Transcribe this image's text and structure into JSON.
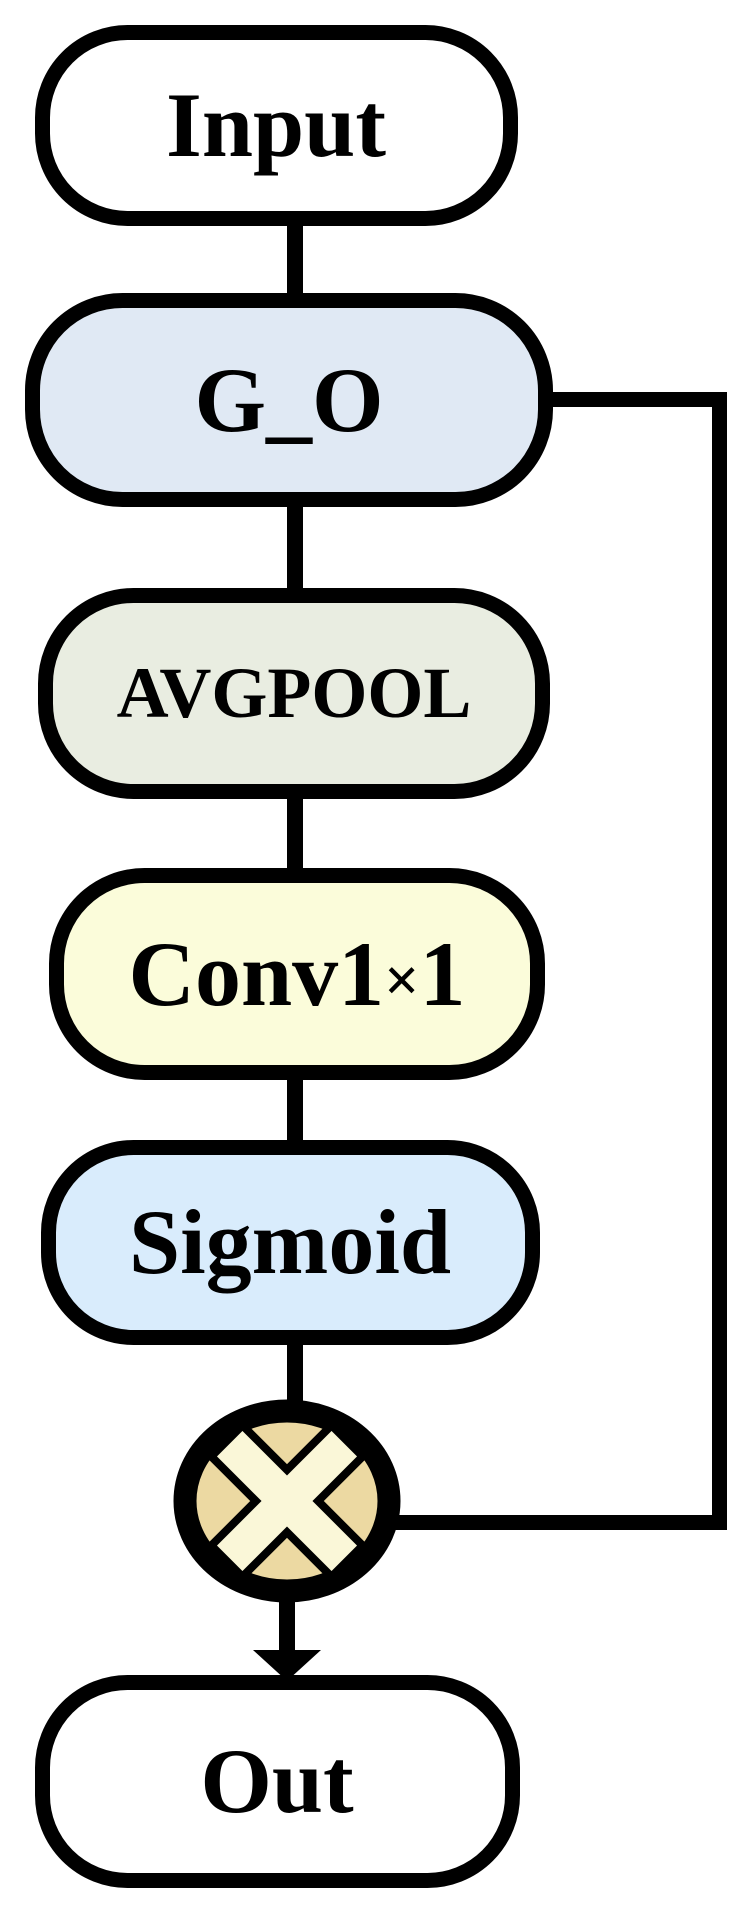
{
  "diagram": {
    "type": "flowchart",
    "background": "#ffffff",
    "stroke_color": "#000000",
    "nodes": {
      "input": {
        "label": "Input",
        "fill": "#ffffff",
        "shape": "rounded-rect"
      },
      "g_o": {
        "label": "G_O",
        "fill": "#e0e9f4",
        "shape": "rounded-rect"
      },
      "avgpool": {
        "label": "AVGPOOL",
        "fill": "#e9ede1",
        "shape": "rounded-rect"
      },
      "conv": {
        "label": "Conv1×1",
        "fill": "#fbfcda",
        "shape": "rounded-rect",
        "parts": {
          "p0": "Conv1",
          "p1": "×",
          "p2": "1"
        }
      },
      "sigmoid": {
        "label": "Sigmoid",
        "fill": "#d9ecfc",
        "shape": "rounded-rect"
      },
      "multiply": {
        "label": "×",
        "fill": "#ecd9a2",
        "cross_fill": "#faf7d8",
        "shape": "circle"
      },
      "out": {
        "label": "Out",
        "fill": "#ffffff",
        "shape": "rounded-rect"
      }
    },
    "edges": [
      {
        "from": "input",
        "to": "g_o",
        "type": "line"
      },
      {
        "from": "g_o",
        "to": "avgpool",
        "type": "line"
      },
      {
        "from": "avgpool",
        "to": "conv",
        "type": "line"
      },
      {
        "from": "conv",
        "to": "sigmoid",
        "type": "line"
      },
      {
        "from": "sigmoid",
        "to": "multiply",
        "type": "line"
      },
      {
        "from": "g_o",
        "to": "multiply",
        "type": "skip-line"
      },
      {
        "from": "multiply",
        "to": "out",
        "type": "arrow"
      }
    ]
  }
}
